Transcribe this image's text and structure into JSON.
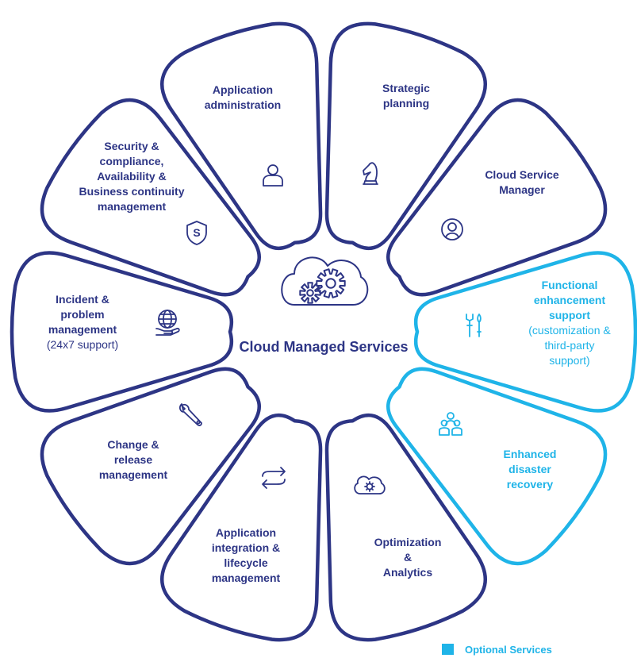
{
  "colors": {
    "core": "#2d3585",
    "optional": "#1fb4e8"
  },
  "center": {
    "title": "Cloud Managed Services",
    "icon": "cloud-gears-icon"
  },
  "segments": [
    {
      "id": "strategic-planning",
      "lines": [
        "Strategic",
        "planning"
      ],
      "sub": [],
      "icon": "chess-knight-icon",
      "optional": false
    },
    {
      "id": "cloud-service-manager",
      "lines": [
        "Cloud Service",
        "Manager"
      ],
      "sub": [],
      "icon": "person-circle-icon",
      "optional": false
    },
    {
      "id": "functional-enhancement",
      "lines": [
        "Functional",
        "enhancement",
        "support"
      ],
      "sub": [
        "(customization &",
        "third-party",
        "support)"
      ],
      "icon": "tools-icon",
      "optional": true
    },
    {
      "id": "enhanced-disaster-recovery",
      "lines": [
        "Enhanced",
        "disaster",
        "recovery"
      ],
      "sub": [],
      "icon": "people-group-icon",
      "optional": true
    },
    {
      "id": "optimization-analytics",
      "lines": [
        "Optimization",
        "&",
        "Analytics"
      ],
      "sub": [],
      "icon": "cloud-gear-icon",
      "optional": false
    },
    {
      "id": "application-integration",
      "lines": [
        "Application",
        "integration &",
        "lifecycle",
        "management"
      ],
      "sub": [],
      "icon": "exchange-arrows-icon",
      "optional": false
    },
    {
      "id": "change-release",
      "lines": [
        "Change &",
        "release",
        "management"
      ],
      "sub": [],
      "icon": "wrench-icon",
      "optional": false
    },
    {
      "id": "incident-problem",
      "lines": [
        "Incident &",
        "problem",
        "management"
      ],
      "sub": [
        "(24x7 support)"
      ],
      "icon": "globe-hand-icon",
      "optional": false
    },
    {
      "id": "security-compliance",
      "lines": [
        "Security &",
        "compliance,",
        "Availability &",
        "Business continuity",
        "management"
      ],
      "sub": [],
      "icon": "shield-icon",
      "optional": false
    },
    {
      "id": "application-administration",
      "lines": [
        "Application",
        "administration"
      ],
      "sub": [],
      "icon": "user-icon",
      "optional": false
    }
  ],
  "legend": {
    "label": "Optional Services"
  }
}
